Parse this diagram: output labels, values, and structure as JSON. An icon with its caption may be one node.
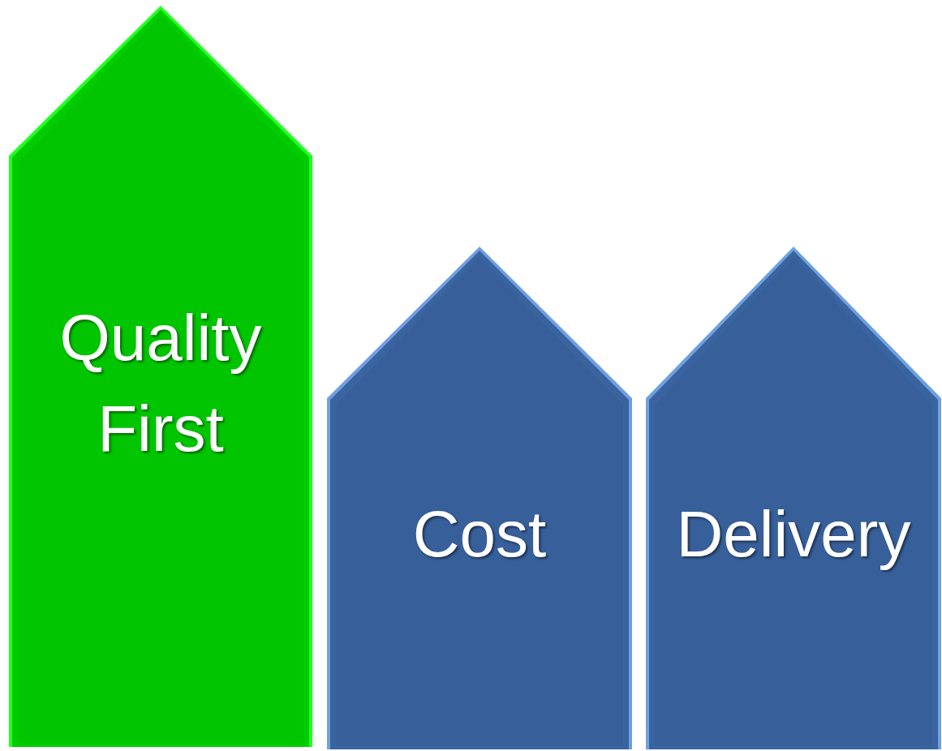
{
  "diagram": {
    "nodes": [
      {
        "text": [
          "Quality First"
        ]
      },
      {
        "text": [
          "Cost"
        ]
      },
      {
        "text": [
          "Delivery"
        ]
      }
    ]
  }
}
